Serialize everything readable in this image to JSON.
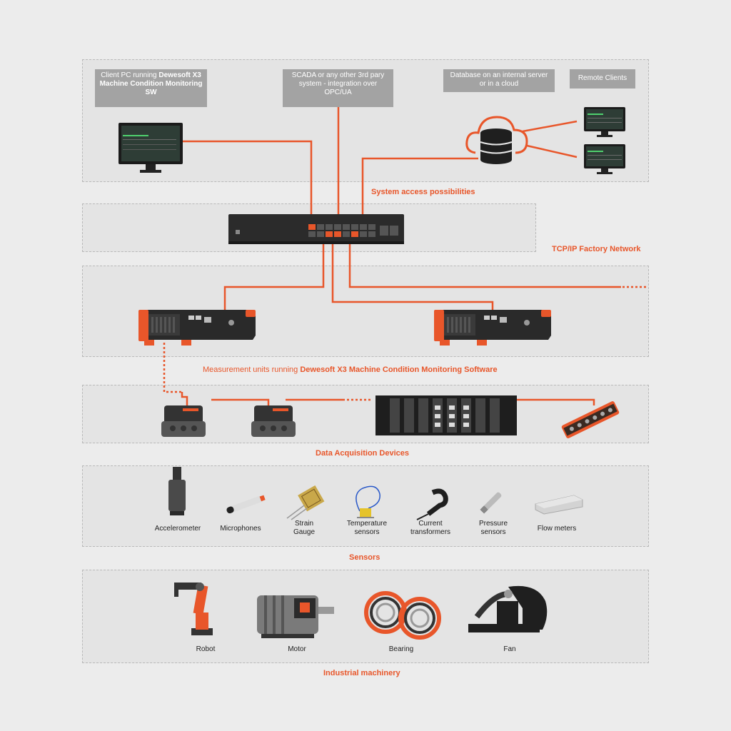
{
  "access": {
    "client_pc_prefix": "Client PC running ",
    "client_pc_bold": "Dewesoft X3 Machine Condition Monitoring SW",
    "scada": "SCADA or any other 3rd pary system - integration over OPC/UA",
    "database": "Database on an internal server or in a cloud",
    "remote_clients": "Remote Clients",
    "label": "System access possibilities"
  },
  "network": {
    "label": "TCP/IP Factory Network"
  },
  "measurement": {
    "label_prefix": "Measurement units running ",
    "label_bold": "Dewesoft X3 Machine Condition Monitoring Software"
  },
  "daq": {
    "label": "Data Acquisition Devices"
  },
  "sensors": {
    "label": "Sensors",
    "items": [
      {
        "line1": "Accelerometer",
        "line2": ""
      },
      {
        "line1": "Microphones",
        "line2": ""
      },
      {
        "line1": "Strain",
        "line2": "Gauge"
      },
      {
        "line1": "Temperature",
        "line2": "sensors"
      },
      {
        "line1": "Current",
        "line2": "transformers"
      },
      {
        "line1": "Pressure",
        "line2": "sensors"
      },
      {
        "line1": "Flow meters",
        "line2": ""
      }
    ]
  },
  "machinery": {
    "label": "Industrial machinery",
    "items": [
      "Robot",
      "Motor",
      "Bearing",
      "Fan"
    ]
  },
  "colors": {
    "accent": "#e8562a",
    "panel": "#e4e4e4",
    "box": "#a3a3a3",
    "device": "#2b2b2b"
  }
}
